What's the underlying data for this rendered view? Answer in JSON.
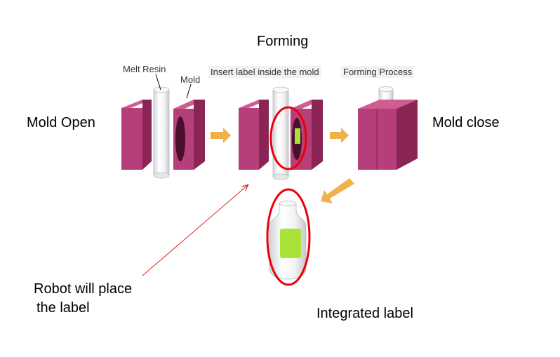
{
  "title": "Forming",
  "stages": {
    "open_label": "Mold Open",
    "close_label": "Mold close",
    "melt_resin_label": "Melt Resin",
    "mold_label": "Mold",
    "insert_label_caption": "Insert label inside the mold",
    "forming_process_caption": "Forming Process"
  },
  "annotations": {
    "robot_line1": "Robot will place",
    "robot_line2": "the label",
    "integrated_label": "Integrated label"
  },
  "colors": {
    "mold_front": "#b63f79",
    "mold_side": "#8a2555",
    "mold_top": "#cf5d92",
    "arrow": "#f2b04a",
    "highlight": "#e8000b",
    "label": "#a9e33a",
    "robot_line": "#e02020"
  }
}
